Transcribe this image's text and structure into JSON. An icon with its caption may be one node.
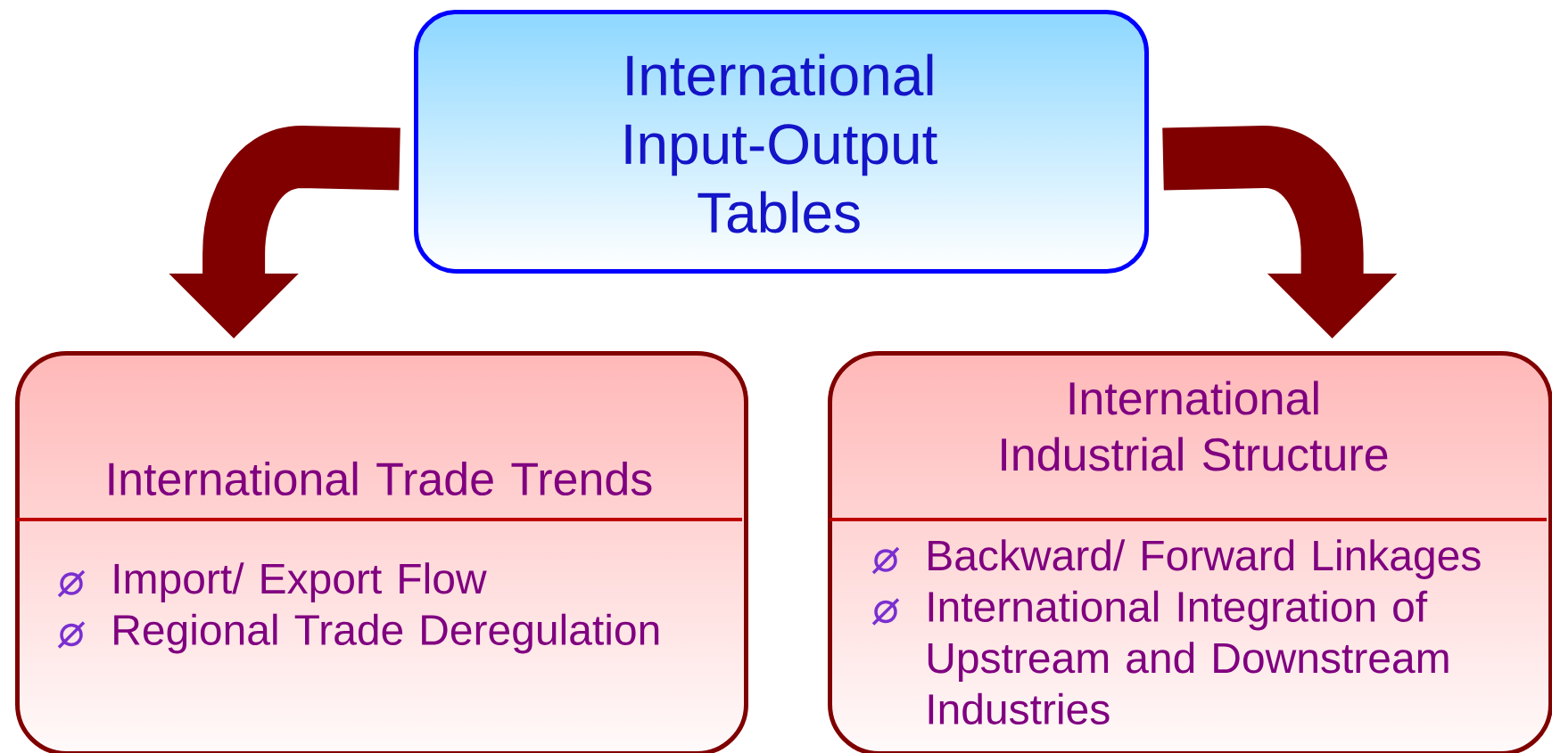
{
  "diagram": {
    "nodes": [
      {
        "text": [
          "International Input-Output Tables"
        ]
      },
      {
        "text": [
          "International Trade Trends",
          "Import/ Export Flow",
          "Regional Trade Deregulation"
        ]
      },
      {
        "text": [
          "International Industrial Structure",
          "Backward/ Forward Linkages",
          "International Integration of Upstream and Downstream Industries"
        ]
      }
    ],
    "edges": [
      {
        "from": 0,
        "to": 1,
        "arrow": "to"
      },
      {
        "from": 0,
        "to": 2,
        "arrow": "to"
      }
    ]
  }
}
